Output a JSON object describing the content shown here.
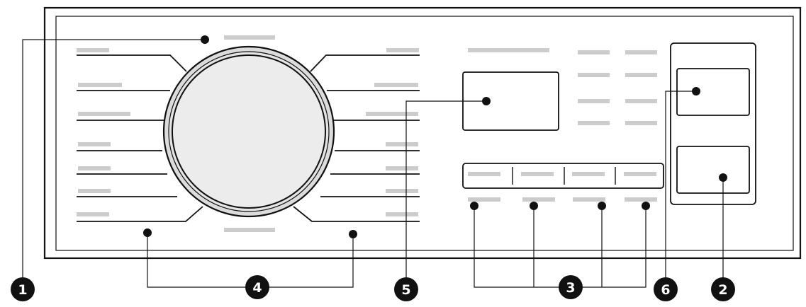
{
  "callouts": [
    {
      "id": "1",
      "label": "1"
    },
    {
      "id": "2",
      "label": "2"
    },
    {
      "id": "3",
      "label": "3"
    },
    {
      "id": "4",
      "label": "4"
    },
    {
      "id": "5",
      "label": "5"
    },
    {
      "id": "6",
      "label": "6"
    }
  ],
  "colors": {
    "ink": "#111111",
    "placeholder_text": "#cccccc",
    "dial_face": "#ececec",
    "dial_ring": "#dcdcdc",
    "callout_fill": "#111111",
    "callout_text": "#ffffff"
  }
}
